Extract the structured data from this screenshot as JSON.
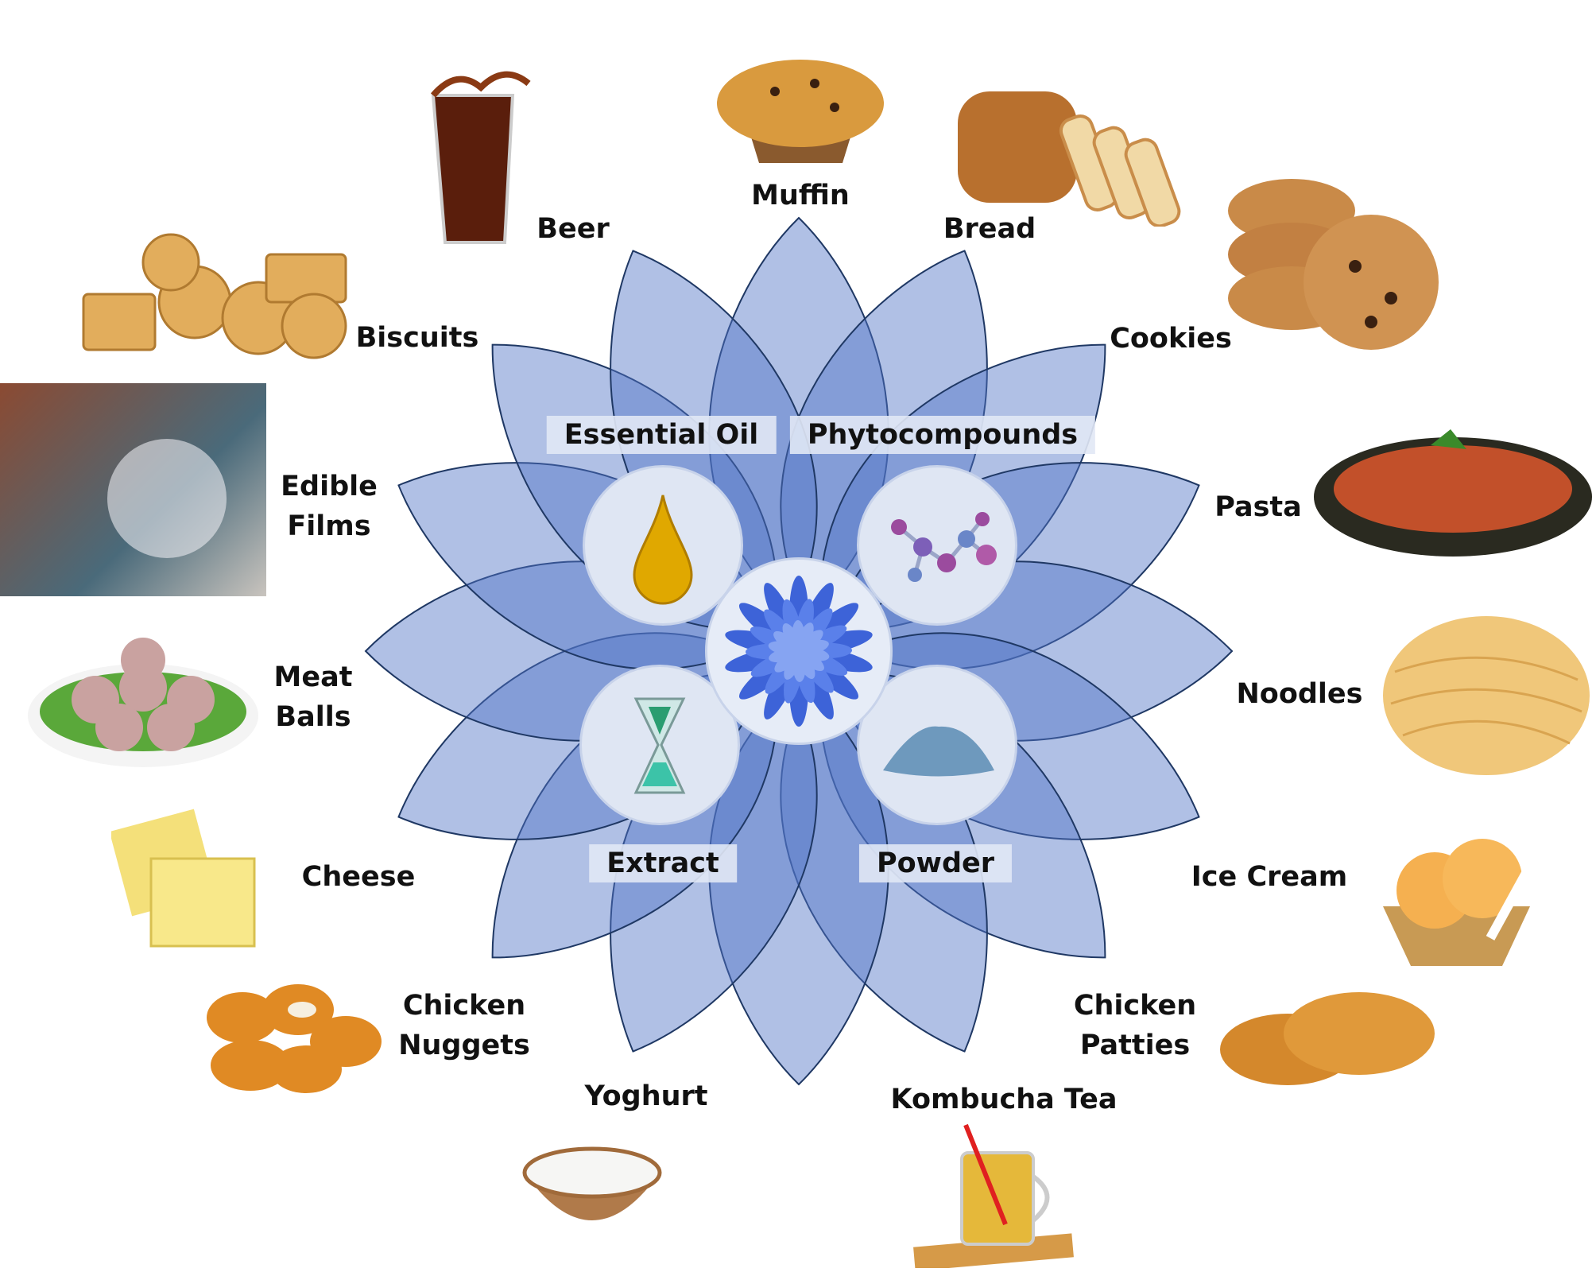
{
  "colors": {
    "petal_fill": "#4f74c6",
    "petal_stroke": "#1f3864",
    "label_box": "#e1e8f5",
    "circle": "#dfe6f3"
  },
  "forms": {
    "essential_oil": "Essential Oil",
    "phytocompounds": "Phytocompounds",
    "extract": "Extract",
    "powder": "Powder"
  },
  "foods": {
    "muffin": "Muffin",
    "beer": "Beer",
    "bread": "Bread",
    "biscuits": "Biscuits",
    "cookies": "Cookies",
    "edible_films_1": "Edible",
    "edible_films_2": "Films",
    "pasta": "Pasta",
    "meat_balls_1": "Meat",
    "meat_balls_2": "Balls",
    "noodles": "Noodles",
    "cheese": "Cheese",
    "ice_cream": "Ice Cream",
    "chicken_nuggets_1": "Chicken",
    "chicken_nuggets_2": "Nuggets",
    "chicken_patties_1": "Chicken",
    "chicken_patties_2": "Patties",
    "yoghurt": "Yoghurt",
    "kombucha_tea": "Kombucha Tea"
  }
}
